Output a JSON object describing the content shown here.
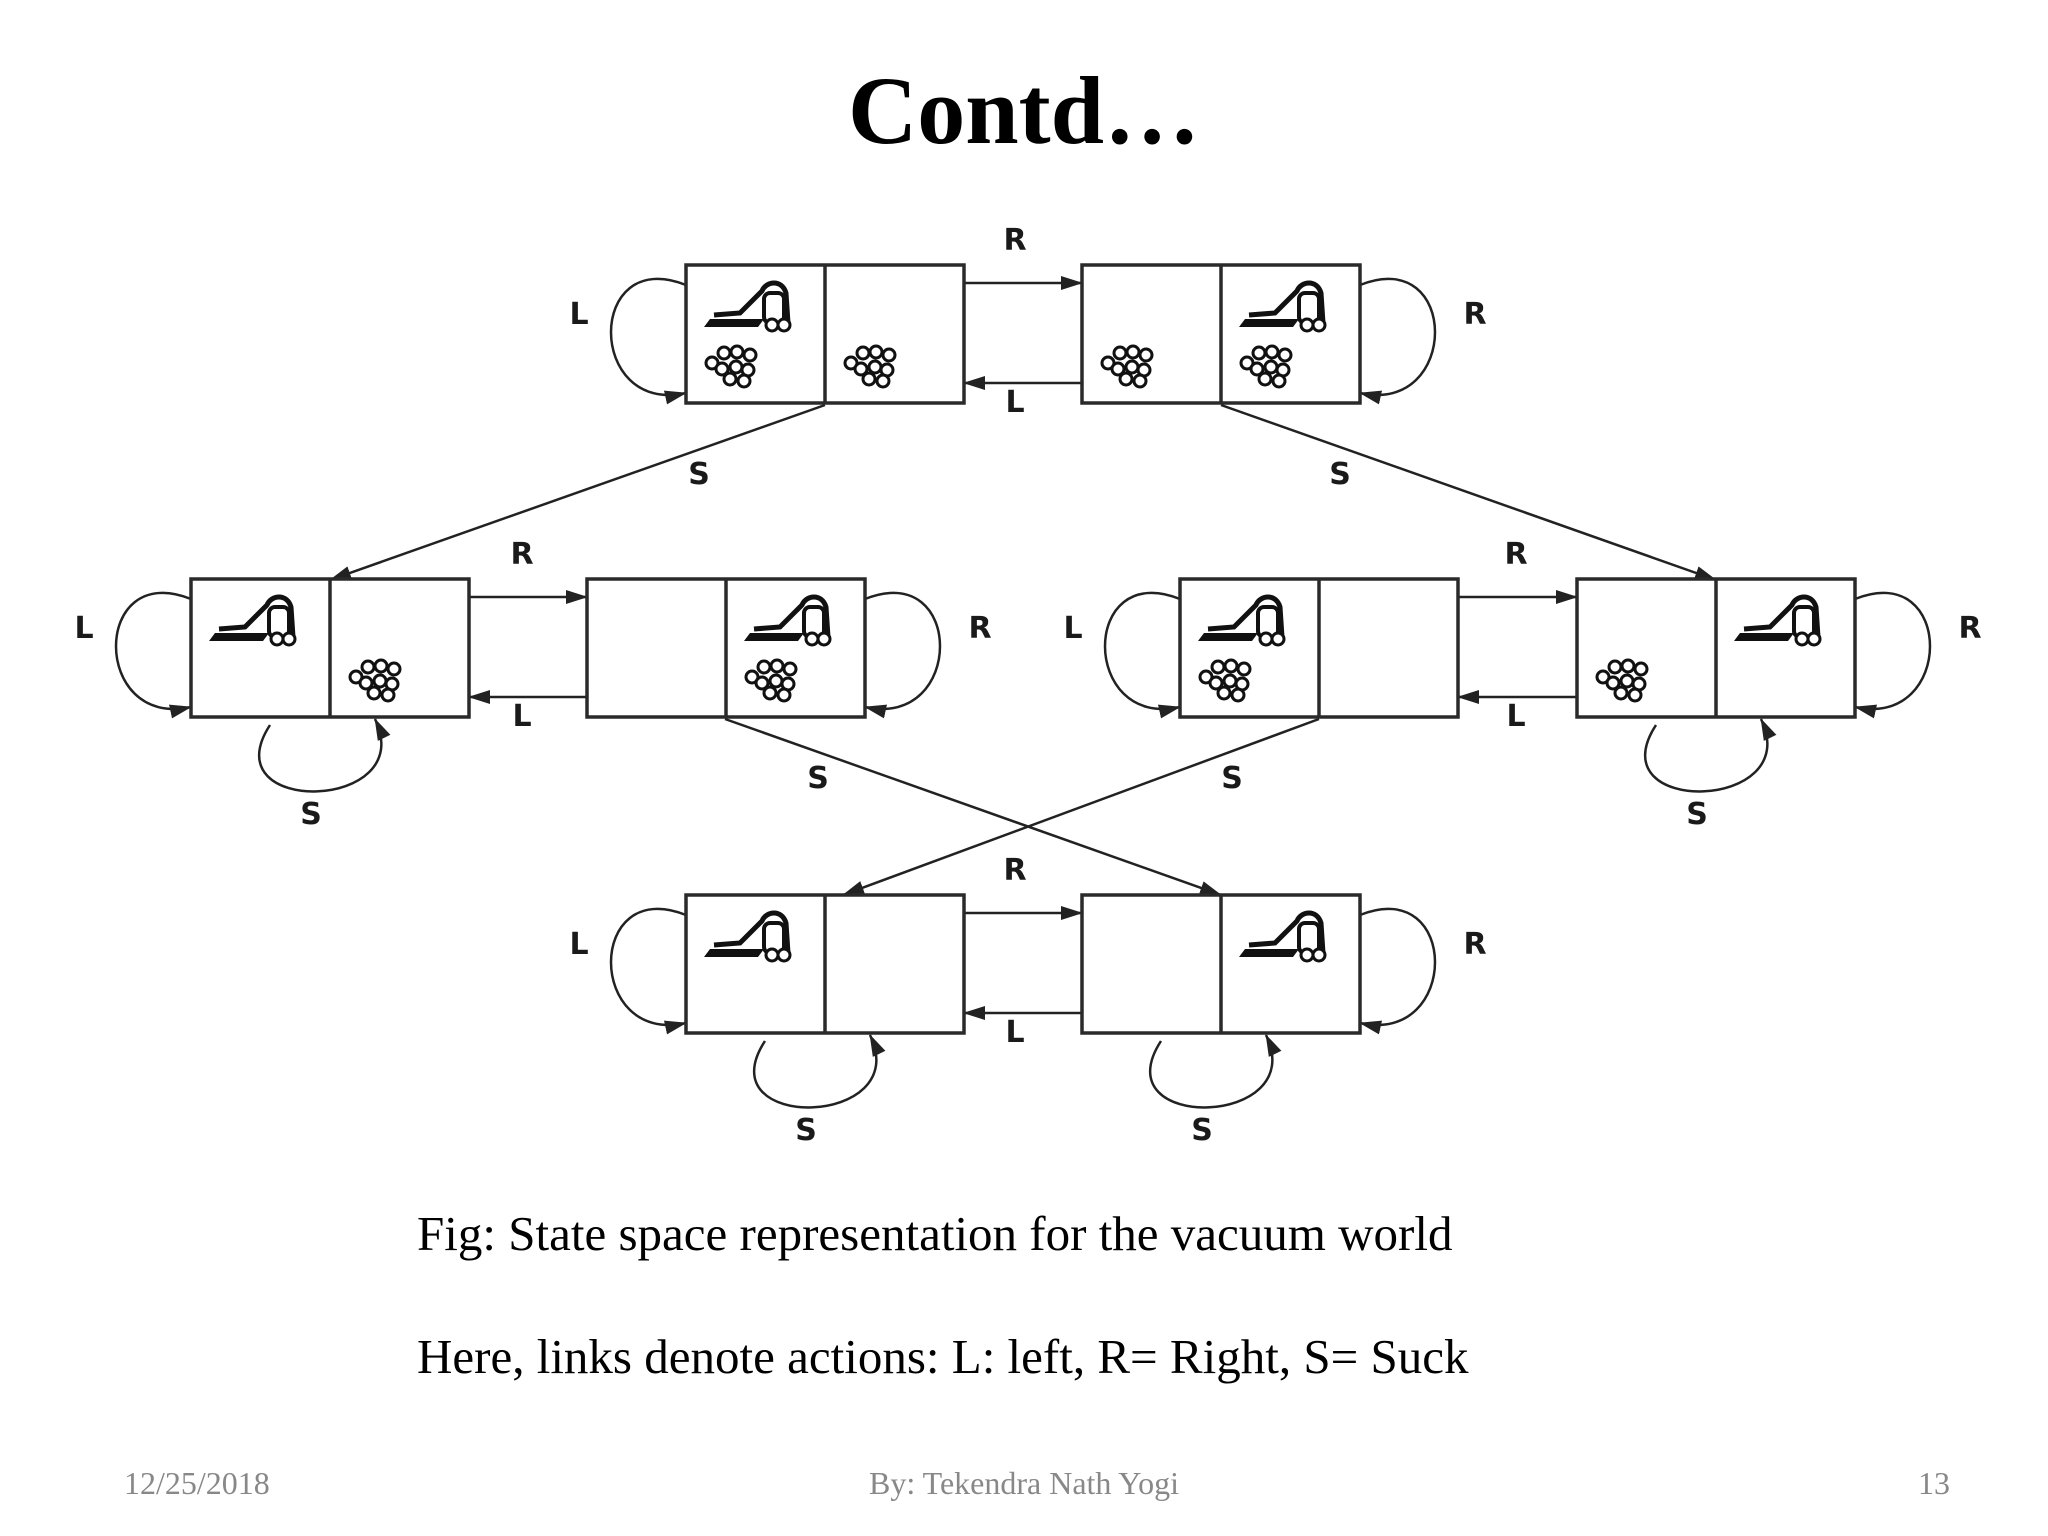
{
  "slide": {
    "title": "Contd…",
    "caption": "Fig: State space representation for the vacuum world",
    "legend": "Here, links denote actions: L: left, R= Right, S= Suck"
  },
  "footer": {
    "date": "12/25/2018",
    "author": "By: Tekendra Nath Yogi",
    "page": "13"
  },
  "diagram": {
    "actions": {
      "left": "L",
      "right": "R",
      "suck": "S"
    },
    "states": [
      {
        "id": 1,
        "vacuum": "left",
        "dirt_left": true,
        "dirt_right": true
      },
      {
        "id": 2,
        "vacuum": "right",
        "dirt_left": true,
        "dirt_right": true
      },
      {
        "id": 3,
        "vacuum": "left",
        "dirt_left": false,
        "dirt_right": true
      },
      {
        "id": 4,
        "vacuum": "right",
        "dirt_left": false,
        "dirt_right": true
      },
      {
        "id": 5,
        "vacuum": "left",
        "dirt_left": true,
        "dirt_right": false
      },
      {
        "id": 6,
        "vacuum": "right",
        "dirt_left": true,
        "dirt_right": false
      },
      {
        "id": 7,
        "vacuum": "left",
        "dirt_left": false,
        "dirt_right": false
      },
      {
        "id": 8,
        "vacuum": "right",
        "dirt_left": false,
        "dirt_right": false
      }
    ],
    "transitions": [
      {
        "from": 1,
        "to": 2,
        "action": "R"
      },
      {
        "from": 2,
        "to": 1,
        "action": "L"
      },
      {
        "from": 1,
        "to": 1,
        "action": "L"
      },
      {
        "from": 2,
        "to": 2,
        "action": "R"
      },
      {
        "from": 1,
        "to": 3,
        "action": "S"
      },
      {
        "from": 2,
        "to": 6,
        "action": "S"
      },
      {
        "from": 3,
        "to": 4,
        "action": "R"
      },
      {
        "from": 4,
        "to": 3,
        "action": "L"
      },
      {
        "from": 3,
        "to": 3,
        "action": "L"
      },
      {
        "from": 3,
        "to": 3,
        "action": "S"
      },
      {
        "from": 4,
        "to": 4,
        "action": "R"
      },
      {
        "from": 4,
        "to": 8,
        "action": "S"
      },
      {
        "from": 5,
        "to": 6,
        "action": "R"
      },
      {
        "from": 6,
        "to": 5,
        "action": "L"
      },
      {
        "from": 5,
        "to": 5,
        "action": "L"
      },
      {
        "from": 5,
        "to": 7,
        "action": "S"
      },
      {
        "from": 6,
        "to": 6,
        "action": "R"
      },
      {
        "from": 6,
        "to": 6,
        "action": "S"
      },
      {
        "from": 7,
        "to": 8,
        "action": "R"
      },
      {
        "from": 8,
        "to": 7,
        "action": "L"
      },
      {
        "from": 7,
        "to": 7,
        "action": "L"
      },
      {
        "from": 7,
        "to": 7,
        "action": "S"
      },
      {
        "from": 8,
        "to": 8,
        "action": "R"
      },
      {
        "from": 8,
        "to": 8,
        "action": "S"
      }
    ]
  }
}
